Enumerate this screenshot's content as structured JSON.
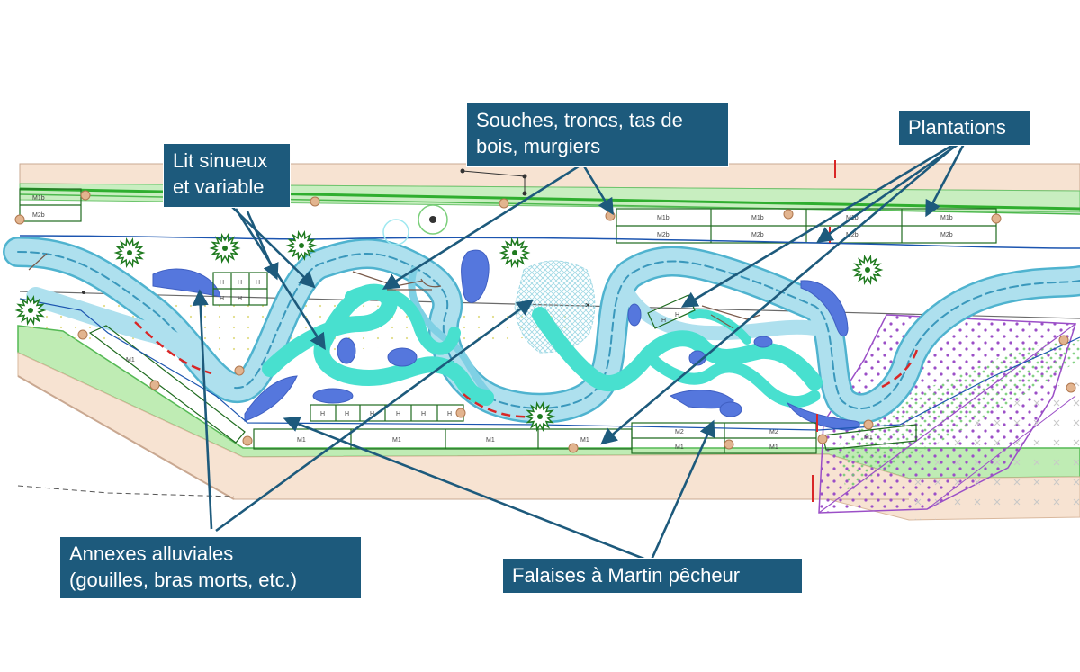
{
  "colors": {
    "callout_bg": "#1d5a7c",
    "callout_text": "#ffffff",
    "arrow": "#1d5a7c",
    "water": "#a9ddeb",
    "water_edge": "#4fb3cf",
    "annex": "#5577dd",
    "secondary_channel": "#48e0cf",
    "bank_tan": "#f7e3d2",
    "bank_green": "#b9ecb2",
    "plan_line": "#1c55b0",
    "meadow_purple": "#9b4fc7",
    "cliff_red": "#d92626"
  },
  "callouts": {
    "lit": "Lit sinueux\net variable",
    "souches": "Souches, troncs, tas de\nbois, murgiers",
    "plantations": "Plantations",
    "annexes": "Annexes alluviales\n(gouilles, bras morts, etc.)",
    "falaises": "Falaises à Martin pêcheur"
  },
  "plan_labels": {
    "m1": "M1",
    "m1b": "M1b",
    "m2": "M2",
    "m2b": "M2b",
    "h": "H"
  },
  "icons": [
    "shrub-icon",
    "stump-icon",
    "tree-icon"
  ]
}
